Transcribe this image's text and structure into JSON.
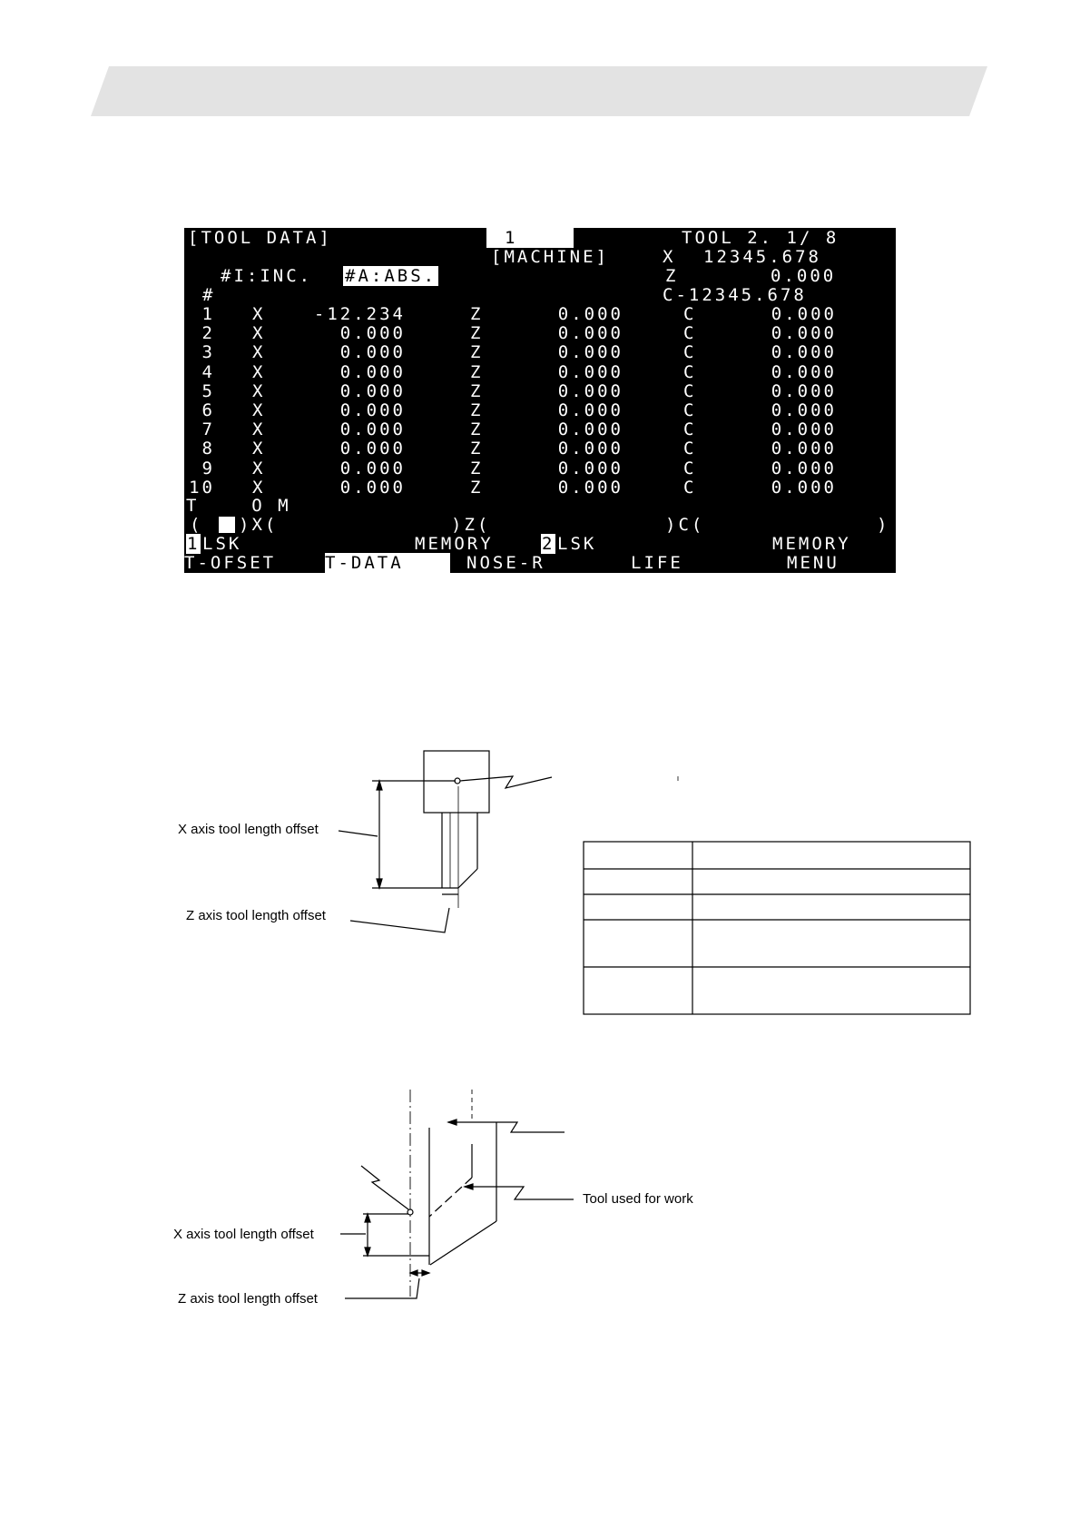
{
  "screen": {
    "title": "[TOOL DATA]",
    "tool_no": "1",
    "tool_page": "TOOL 2. 1/ 8",
    "machine_label": "[MACHINE]",
    "machine_x_axis": "X",
    "machine_x_value": "12345.678",
    "inc_label": "#I:INC.",
    "abs_label": "#A:ABS.",
    "machine_z_axis": "Z",
    "machine_z_value": "0.000",
    "hash_label": "#",
    "machine_c_value": "C-12345.678",
    "rows": [
      {
        "no": "1",
        "x": "-12.234",
        "z": "0.000",
        "c": "0.000"
      },
      {
        "no": "2",
        "x": "0.000",
        "z": "0.000",
        "c": "0.000"
      },
      {
        "no": "3",
        "x": "0.000",
        "z": "0.000",
        "c": "0.000"
      },
      {
        "no": "4",
        "x": "0.000",
        "z": "0.000",
        "c": "0.000"
      },
      {
        "no": "5",
        "x": "0.000",
        "z": "0.000",
        "c": "0.000"
      },
      {
        "no": "6",
        "x": "0.000",
        "z": "0.000",
        "c": "0.000"
      },
      {
        "no": "7",
        "x": "0.000",
        "z": "0.000",
        "c": "0.000"
      },
      {
        "no": "8",
        "x": "0.000",
        "z": "0.000",
        "c": "0.000"
      },
      {
        "no": "9",
        "x": "0.000",
        "z": "0.000",
        "c": "0.000"
      },
      {
        "no": "10",
        "x": "0.000",
        "z": "0.000",
        "c": "0.000"
      }
    ],
    "axis_x": "X",
    "axis_z": "Z",
    "axis_c": "C",
    "tom_line": "T    O M",
    "input_line_open": "(",
    "input_x": ")X(",
    "input_z": ")Z(",
    "input_c": ")C(",
    "input_close": ")",
    "status": {
      "lsk1_no": "1",
      "lsk1_label": "LSK",
      "mode1": "MEMORY",
      "lsk2_no": "2",
      "lsk2_label": "LSK",
      "mode2": "MEMORY"
    },
    "menu": [
      "T-OFSET",
      "T-DATA",
      "NOSE-R",
      "LIFE",
      "MENU"
    ]
  },
  "figure1": {
    "x_offset_label": "X axis tool length offset",
    "z_offset_label": "Z axis tool length offset"
  },
  "figure2": {
    "x_offset_label": "X axis tool length offset",
    "z_offset_label": "Z axis tool length offset",
    "tool_label": "Tool used for work"
  }
}
